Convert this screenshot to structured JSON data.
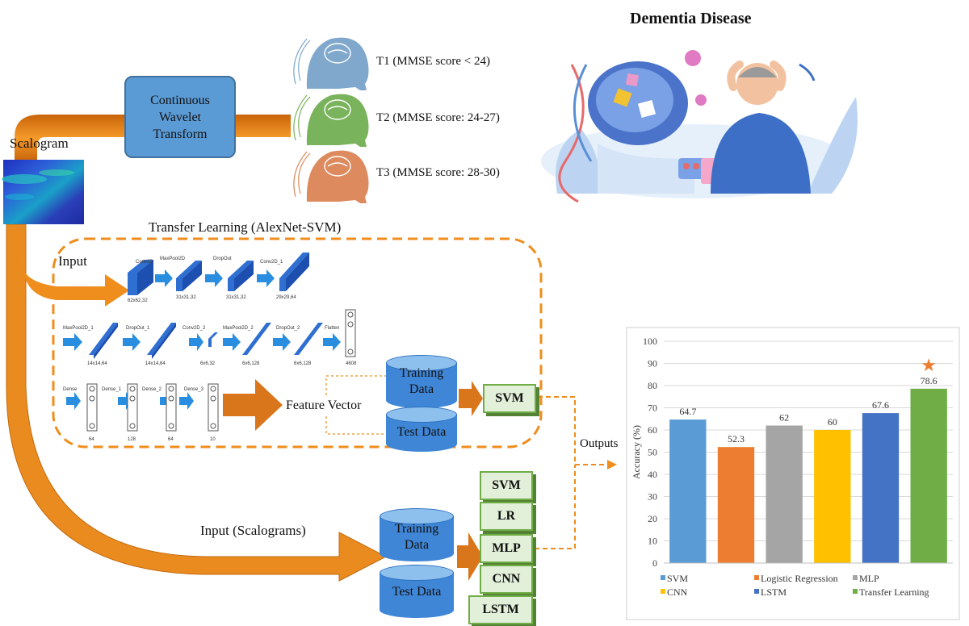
{
  "cwt_box": {
    "label": "Continuous Wavelet Transform"
  },
  "scalogram_label": "Scalogram",
  "classes": [
    {
      "label": "T1 (MMSE score < 24)",
      "color": "#7fa8cc"
    },
    {
      "label": "T2 (MMSE score: 24-27)",
      "color": "#79b35c"
    },
    {
      "label": "T3 (MMSE score: 28-30)",
      "color": "#dd8a5e"
    }
  ],
  "illustration": {
    "title": "Dementia Disease"
  },
  "transfer_learning": {
    "title": "Transfer Learning (AlexNet-SVM)",
    "input_label": "Input",
    "layers_row1": [
      {
        "name": "Conv2D",
        "shape": "62x62,32"
      },
      {
        "name": "MaxPool2D",
        "shape": "31x31,32"
      },
      {
        "name": "DropOut",
        "shape": "31x31,32"
      },
      {
        "name": "Conv2D_1",
        "shape": "29x29,64"
      }
    ],
    "layers_row2": [
      {
        "name": "MaxPool2D_1",
        "shape": "14x14,64"
      },
      {
        "name": "DropOut_1",
        "shape": "14x14,64"
      },
      {
        "name": "Conv2D_2",
        "shape": "6x6,32"
      },
      {
        "name": "MaxPool2D_2",
        "shape": "6x6,128"
      },
      {
        "name": "DropOut_2",
        "shape": "6x6,128"
      },
      {
        "name": "Flatten",
        "shape": "4608"
      }
    ],
    "layers_row3": [
      {
        "name": "Dense",
        "shape": "64"
      },
      {
        "name": "Dense_1",
        "shape": "128"
      },
      {
        "name": "Dense_2",
        "shape": "64"
      },
      {
        "name": "Dense_3",
        "shape": "10"
      }
    ],
    "feature_vector_label": "Feature Vector",
    "training_data": "Training Data",
    "test_data": "Test Data",
    "svm_label": "SVM"
  },
  "scalogram_input": {
    "label": "Input (Scalograms)",
    "training_data": "Training Data",
    "test_data": "Test Data",
    "models": [
      "SVM",
      "LR",
      "MLP",
      "CNN",
      "LSTM"
    ]
  },
  "outputs_label": "Outputs",
  "chart_data": {
    "type": "bar",
    "categories": [
      "SVM",
      "Logistic Regression",
      "MLP",
      "CNN",
      "LSTM",
      "Transfer Learning"
    ],
    "values": [
      64.7,
      52.3,
      62,
      60,
      67.6,
      78.6
    ],
    "value_labels": [
      "64.7",
      "52.3",
      "62",
      "60",
      "67.6",
      "78.6"
    ],
    "colors": [
      "#5b9bd5",
      "#ed7d31",
      "#a5a5a5",
      "#ffc000",
      "#4472c4",
      "#70ad47"
    ],
    "ylabel": "Accuracy (%)",
    "ylim": [
      0,
      100
    ],
    "yticks": [
      0,
      10,
      20,
      30,
      40,
      50,
      60,
      70,
      80,
      90,
      100
    ],
    "grid": true,
    "legend_position": "bottom",
    "highlight": {
      "category": "Transfer Learning",
      "marker": "★",
      "color": "#ed7d31"
    }
  }
}
